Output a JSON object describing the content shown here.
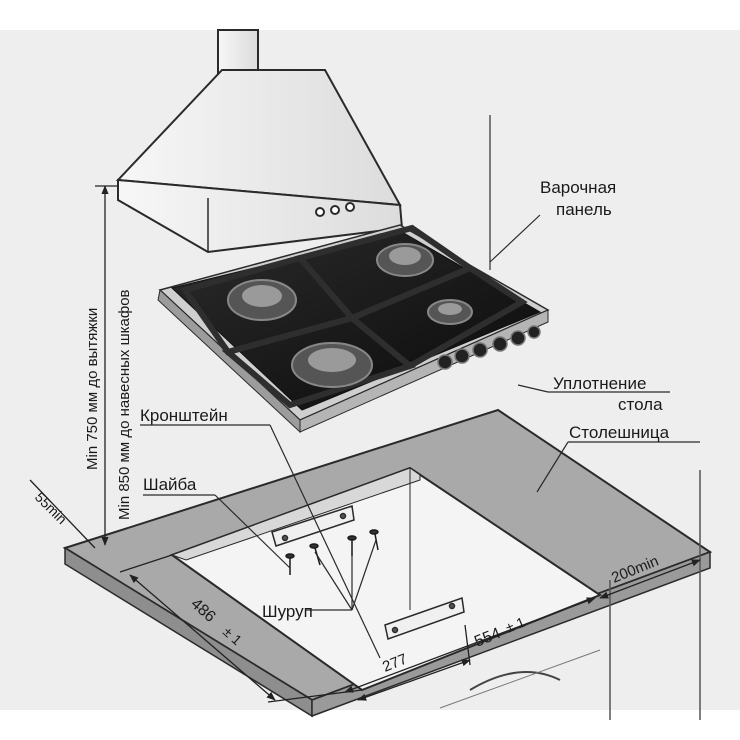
{
  "labels": {
    "hob_line1": "Варочная",
    "hob_line2": "панель",
    "seal_line1": "Уплотнение",
    "seal_line2": "стола",
    "worktop": "Столешница",
    "bracket": "Кронштейн",
    "washer": "Шайба",
    "screw": "Шуруп"
  },
  "dimensions": {
    "hood_clearance": "Min 750 мм до вытяжки",
    "cabinet_clearance": "Min 850 мм до навесных шкафов",
    "edge_min": "55min",
    "side_min": "200min",
    "depth": "486",
    "depth_tol": "± 1",
    "width": "554",
    "width_tol": "± 1",
    "bracket_offset": "277"
  },
  "colors": {
    "background": "#eeeeee",
    "worktop": "#a9a9a9",
    "worktop_edge": "#8e8e8e",
    "hob_glass": "#151515",
    "line": "#2a2a2a"
  },
  "icons": {
    "hood": "range-hood-icon",
    "hob": "gas-hob-icon",
    "screw": "screw-icon"
  }
}
